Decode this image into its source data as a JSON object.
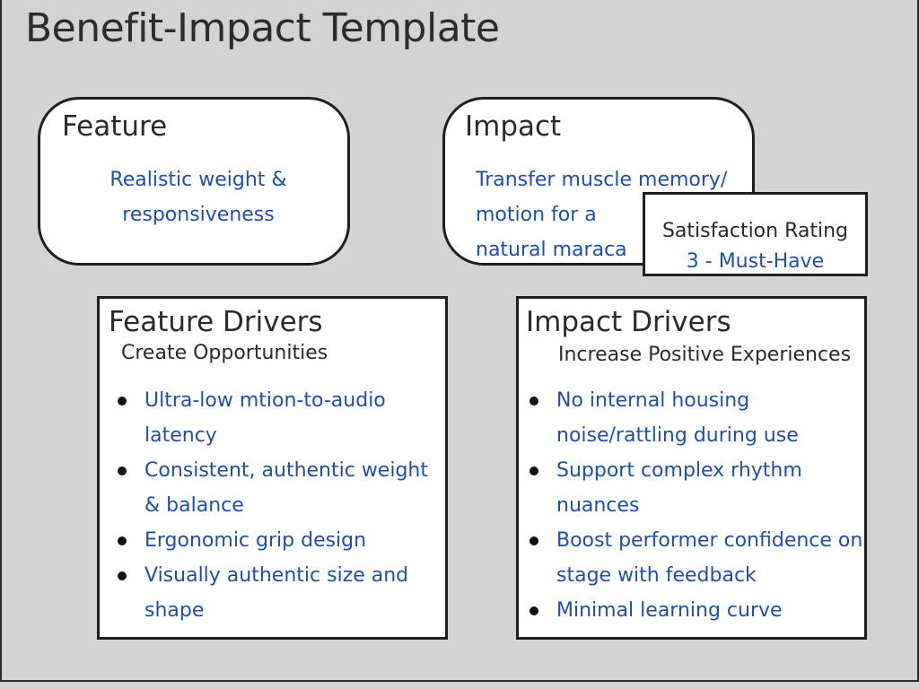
{
  "title": "Benefit-Impact Template",
  "feature": {
    "heading": "Feature",
    "text": "Realistic weight &\nresponsiveness"
  },
  "impact": {
    "heading": "Impact",
    "text": "Transfer muscle memory/\nmotion for a\nnatural maraca"
  },
  "satisfaction_rating": {
    "label": "Satisfaction Rating",
    "value": "3 - Must-Have"
  },
  "feature_drivers": {
    "heading": "Feature Drivers",
    "subheading": "Create Opportunities",
    "items": [
      "Ultra-low mtion-to-audio latency",
      "Consistent, authentic weight & balance",
      "Ergonomic grip design",
      "Visually authentic size and shape"
    ]
  },
  "impact_drivers": {
    "heading": "Impact Drivers",
    "subheading": "Increase Positive Experiences",
    "items": [
      "No internal housing noise/rattling during use",
      "Support complex rhythm nuances",
      "Boost performer confidence on stage with feedback",
      "Minimal learning curve"
    ]
  },
  "colors": {
    "background": "#d3d3d3",
    "handwriting": "#1f4fa8",
    "border": "#1e1e1e"
  }
}
